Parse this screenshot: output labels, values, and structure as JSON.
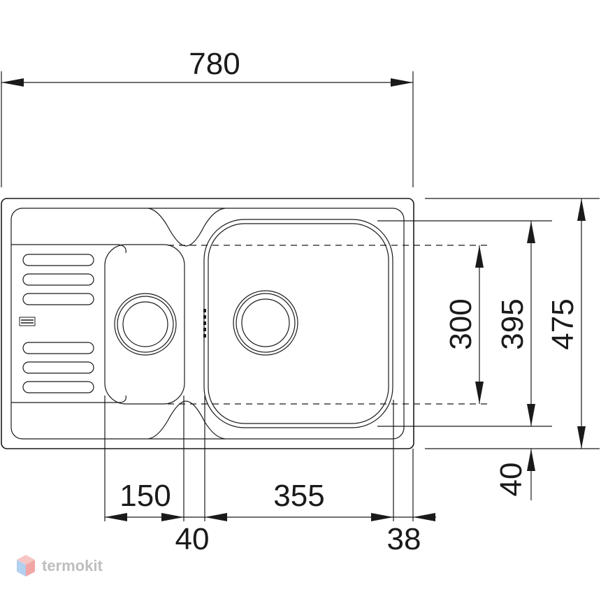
{
  "dimensions": {
    "overall_width": "780",
    "overall_depth": "475",
    "main_bowl_depth": "395",
    "small_bowl_depth": "300",
    "rear_offset": "40",
    "small_bowl_width": "150",
    "bowl_gap": "40",
    "main_bowl_width": "355",
    "right_margin": "38"
  },
  "watermark": {
    "text": "termokit",
    "colors": {
      "cube_top": "#f4a0a0",
      "cube_left": "#7fb2e6",
      "cube_right": "#e86a6a"
    }
  }
}
